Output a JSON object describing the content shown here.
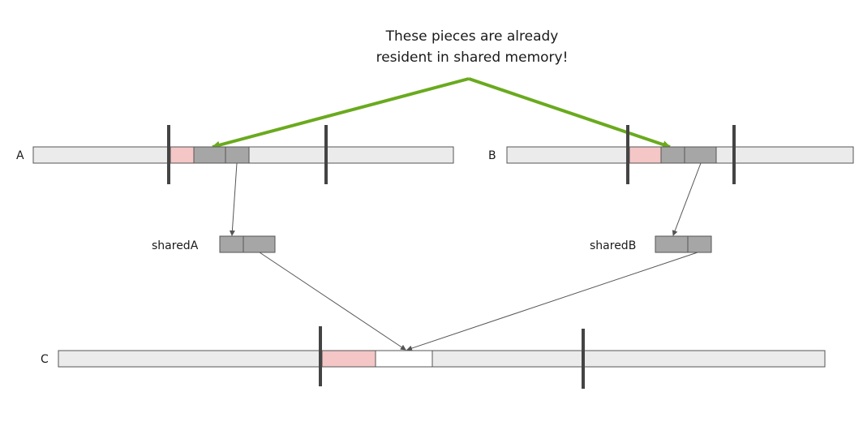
{
  "annotation": {
    "line1": "These pieces are already",
    "line2": "resident in shared memory!"
  },
  "rows": {
    "a_label": "A",
    "b_label": "B",
    "c_label": "C"
  },
  "shared": {
    "a_label": "sharedA",
    "b_label": "sharedB"
  },
  "colors": {
    "array_fill": "#ebebeb",
    "array_stroke": "#555555",
    "resident_fill": "#f4c6c6",
    "tile_fill": "#a6a6a6",
    "result_fill": "#ffffff",
    "boundary": "#444444",
    "highlight_arrow": "#6aaa1e",
    "flow_arrow": "#555555"
  }
}
